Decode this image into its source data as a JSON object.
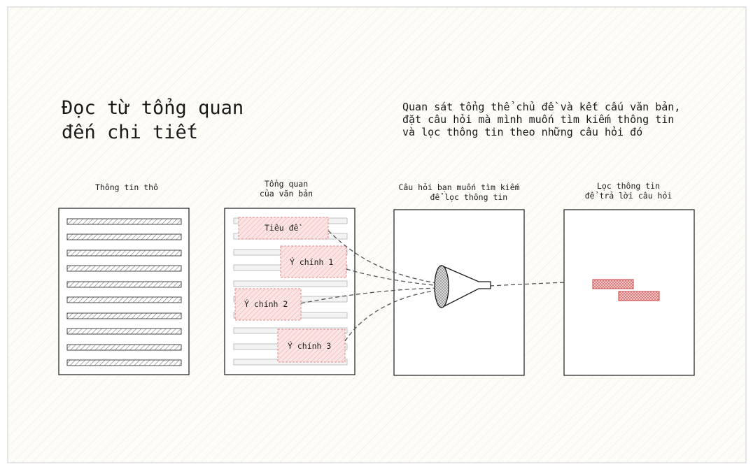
{
  "title": "Đọc từ tổng quan\nđến chi tiết",
  "description": "Quan sát tổng thể chủ đề và kết cấu văn bản,\nđặt câu hỏi mà mình muốn tìm kiếm thông tin\nvà lọc thông tin theo những câu hỏi đó",
  "panels": [
    {
      "label": "Thông tin thô"
    },
    {
      "label": "Tổng quan\ncủa văn bản"
    },
    {
      "label": "Câu hỏi bạn muốn tìm kiếm\n    để lọc thông tin"
    },
    {
      "label": "Lọc thông tin\nđể trả lời câu hỏi"
    }
  ],
  "overview_items": [
    "Tiêu đề",
    "Ý chính 1",
    "Ý chính 2",
    "Ý chính 3"
  ],
  "colors": {
    "background": "#fdfcf7",
    "frame": "#dddddd",
    "stroke": "#1a1a1a",
    "highlight_fill": "#f8d7d7",
    "highlight_stroke": "#d9534f",
    "dash": "#555555"
  }
}
